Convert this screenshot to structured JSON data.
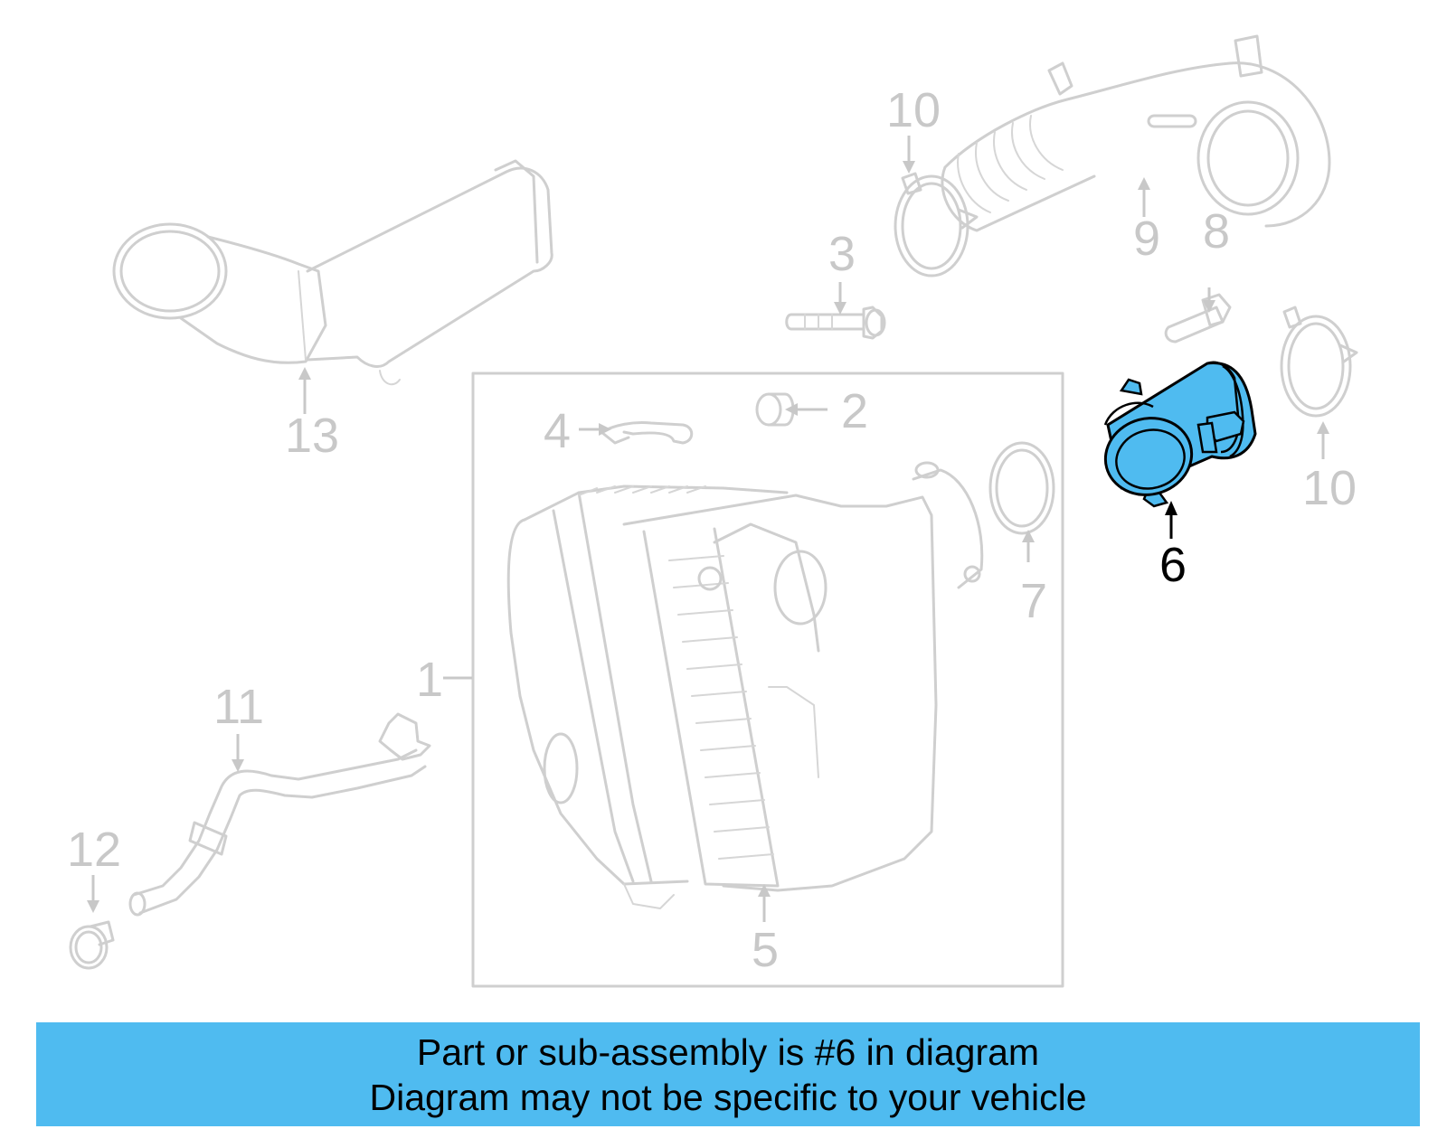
{
  "diagram": {
    "highlight_color": "#4fbbf0",
    "parts": [
      {
        "number": "1"
      },
      {
        "number": "2"
      },
      {
        "number": "3"
      },
      {
        "number": "4"
      },
      {
        "number": "5"
      },
      {
        "number": "6",
        "highlighted": true
      },
      {
        "number": "7"
      },
      {
        "number": "8"
      },
      {
        "number": "9"
      },
      {
        "number": "10"
      },
      {
        "number": "10"
      },
      {
        "number": "11"
      },
      {
        "number": "12"
      },
      {
        "number": "13"
      }
    ]
  },
  "banner": {
    "line1": "Part or sub-assembly is #6 in diagram",
    "line2": "Diagram may not be specific to your vehicle",
    "background": "#4fbbf0"
  }
}
